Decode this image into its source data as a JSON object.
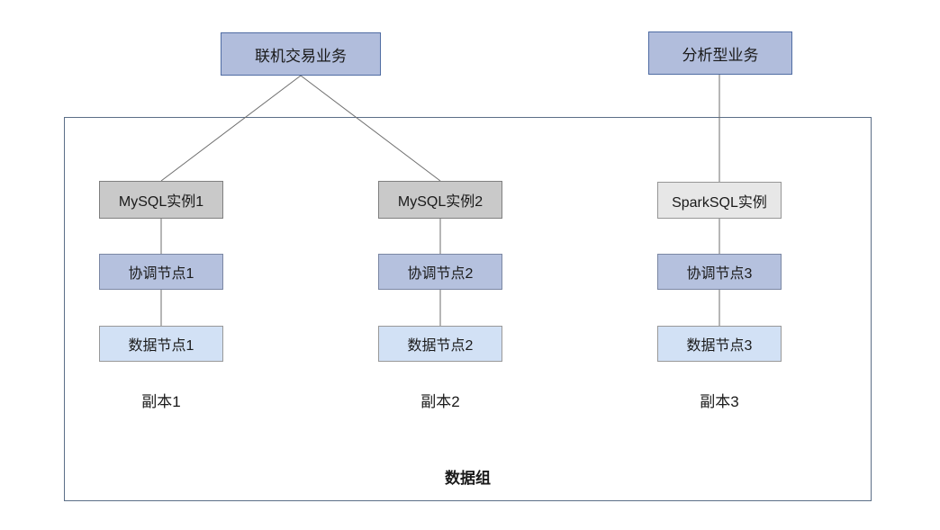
{
  "diagram": {
    "businesses": [
      {
        "label": "联机交易业务"
      },
      {
        "label": "分析型业务"
      }
    ],
    "replicas": [
      {
        "instance": "MySQL实例1",
        "coordinator": "协调节点1",
        "datanode": "数据节点1",
        "label": "副本1"
      },
      {
        "instance": "MySQL实例2",
        "coordinator": "协调节点2",
        "datanode": "数据节点2",
        "label": "副本2"
      },
      {
        "instance": "SparkSQL实例",
        "coordinator": "协调节点3",
        "datanode": "数据节点3",
        "label": "副本3"
      }
    ],
    "group_label": "数据组"
  },
  "colors": {
    "business_fill": "#b1bddc",
    "business_border": "#4f6ca3",
    "mysql_fill": "#c9c9c9",
    "mysql_border": "#7f7f7f",
    "spark_fill": "#e7e7e7",
    "spark_border": "#969696",
    "coord_fill": "#b5c1de",
    "coord_border": "#7b87a3",
    "data_fill": "#d2e1f5",
    "data_border": "#999999",
    "group_border": "#5b6e87",
    "line": "#6e6e6e"
  }
}
